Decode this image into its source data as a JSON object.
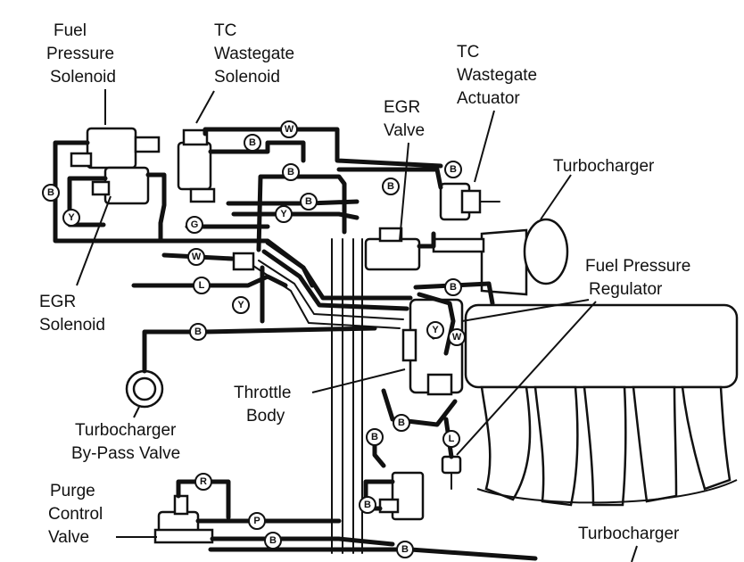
{
  "labels": {
    "fuel_pressure_solenoid": [
      "Fuel",
      "Pressure",
      "Solenoid"
    ],
    "tc_wastegate_solenoid": [
      "TC",
      "Wastegate",
      "Solenoid"
    ],
    "tc_wastegate_actuator": [
      "TC",
      "Wastegate",
      "Actuator"
    ],
    "egr_valve": [
      "EGR",
      "Valve"
    ],
    "turbocharger_top": [
      "Turbocharger"
    ],
    "fuel_pressure_regulator": [
      "Fuel Pressure",
      "Regulator"
    ],
    "egr_solenoid": [
      "EGR",
      "Solenoid"
    ],
    "throttle_body": [
      "Throttle",
      "Body"
    ],
    "turbocharger_bypass_valve": [
      "Turbocharger",
      "By-Pass Valve"
    ],
    "purge_control_valve": [
      "Purge",
      "Control",
      "Valve"
    ],
    "turbocharger_bottom": [
      "Turbocharger"
    ]
  },
  "hose_tags": [
    {
      "id": "w1",
      "letter": "W"
    },
    {
      "id": "b1",
      "letter": "B"
    },
    {
      "id": "b2",
      "letter": "B"
    },
    {
      "id": "b3",
      "letter": "B"
    },
    {
      "id": "b4",
      "letter": "B"
    },
    {
      "id": "b5",
      "letter": "B"
    },
    {
      "id": "y1",
      "letter": "Y"
    },
    {
      "id": "g1",
      "letter": "G"
    },
    {
      "id": "b6",
      "letter": "B"
    },
    {
      "id": "y2",
      "letter": "Y"
    },
    {
      "id": "w2",
      "letter": "W"
    },
    {
      "id": "l1",
      "letter": "L"
    },
    {
      "id": "y3",
      "letter": "Y"
    },
    {
      "id": "b7",
      "letter": "B"
    },
    {
      "id": "b8",
      "letter": "B"
    },
    {
      "id": "y4",
      "letter": "Y"
    },
    {
      "id": "w3",
      "letter": "W"
    },
    {
      "id": "b9",
      "letter": "B"
    },
    {
      "id": "b10",
      "letter": "B"
    },
    {
      "id": "l2",
      "letter": "L"
    },
    {
      "id": "b11",
      "letter": "B"
    },
    {
      "id": "r1",
      "letter": "R"
    },
    {
      "id": "p1",
      "letter": "P"
    },
    {
      "id": "b12",
      "letter": "B"
    },
    {
      "id": "b13",
      "letter": "B"
    }
  ]
}
